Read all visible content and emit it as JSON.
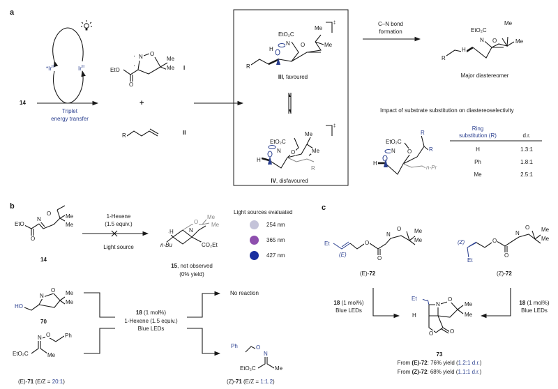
{
  "panels": {
    "a": "a",
    "b": "b",
    "c": "c"
  },
  "panel_a": {
    "start_compound": "14",
    "catalyst_cycle": {
      "excited": "*Ir",
      "excited_ox": "III",
      "ground": "Ir",
      "ground_ox": "III",
      "light_icon": "lightbulb-icon"
    },
    "step_label_line1": "Triplet",
    "step_label_line2": "energy transfer",
    "intermediate_I": {
      "id": "I",
      "eto": "EtO",
      "n": "N",
      "o": "O",
      "me1": "Me",
      "me2": "Me",
      "carbonyl_o": "O"
    },
    "plus": "+",
    "alkene_II": {
      "id": "II",
      "r": "R"
    },
    "ts_III": {
      "id": "III",
      "label": ", favoured",
      "ester": "EtO₂C",
      "n": "N",
      "o": "O",
      "me1": "Me",
      "me2": "Me",
      "h": "H",
      "r": "R",
      "charge": "‡"
    },
    "ts_IV": {
      "id": "IV",
      "label": ", disfavoured",
      "ester": "EtO₂C",
      "n": "N",
      "o": "O",
      "me1": "Me",
      "me2": "Me",
      "h": "H",
      "r": "R",
      "charge": "‡"
    },
    "cn_label_line1": "C–N bond",
    "cn_label_line2": "formation",
    "product": {
      "label": "Major diastereomer",
      "ester": "EtO₂C",
      "n": "N",
      "o": "O",
      "me1": "Me",
      "me2": "Me",
      "h": "H",
      "r": "R"
    },
    "impact_title": "Impact of substrate substitution on diastereoselectivity",
    "impact_ts": {
      "ester": "EtO₂C",
      "n": "N",
      "o": "O",
      "r1": "R",
      "r2": "R",
      "h": "H",
      "npr": "n-Pr"
    },
    "table": {
      "headers": [
        "Ring",
        "substitution (R)",
        "d.r."
      ],
      "rows": [
        {
          "substitution": "H",
          "dr": "1.3:1"
        },
        {
          "substitution": "Ph",
          "dr": "1.8:1"
        },
        {
          "substitution": "Me",
          "dr": "2.5:1"
        }
      ]
    }
  },
  "panel_b": {
    "compound_14": {
      "id": "14",
      "eto": "EtO",
      "n": "N",
      "o": "O",
      "me1": "Me",
      "me2": "Me",
      "co": "O"
    },
    "reagent_line1": "1-Hexene",
    "reagent_line2": "(1.5 equiv.)",
    "condition": "Light source",
    "product_15": {
      "id": "15",
      "note": ", not observed",
      "yield": "(0% yield)",
      "h": "H",
      "nbu": "n-Bu",
      "n": "N",
      "o": "O",
      "me1": "Me",
      "me2": "Me",
      "ester": "CO₂Et"
    },
    "light_sources_title": "Light sources evaluated",
    "light_sources": [
      {
        "label": "254 nm",
        "color": "#c4c3d9"
      },
      {
        "label": "365 nm",
        "color": "#8e4fae"
      },
      {
        "label": "427 nm",
        "color": "#1a2fa0"
      }
    ],
    "compound_70": {
      "id": "70",
      "ho": "HO",
      "n": "N",
      "o": "O",
      "me1": "Me",
      "me2": "Me"
    },
    "compound_E71": {
      "prefix": "(E)-",
      "id": "71",
      "ratio_label": " (E/Z = ",
      "ratio": "20:1",
      "close": ")",
      "n": "N",
      "o": "O",
      "ph": "Ph",
      "ester": "EtO₂C",
      "me": "Me"
    },
    "conditions": {
      "catalyst_id": "18",
      "catalyst": " (1 mol%)",
      "reagent": "1-Hexene (1.5 equiv.)",
      "light": "Blue LEDs"
    },
    "result_70": "No reaction",
    "compound_Z71": {
      "prefix": "(Z)-",
      "id": "71",
      "ratio_label": " (E/Z = ",
      "ratio": "1:1.2",
      "close": ")",
      "n": "N",
      "o": "O",
      "ph": "Ph",
      "ester": "EtO₂C",
      "me": "Me"
    }
  },
  "panel_c": {
    "E72": {
      "label_prefix": "(E)-",
      "id": "72",
      "et": "Et",
      "geom": "(E)",
      "n": "N",
      "o": "O",
      "me1": "Me",
      "me2": "Me",
      "o_ester": "O",
      "co": "O"
    },
    "Z72": {
      "label_prefix": "(Z)-",
      "id": "72",
      "et": "Et",
      "geom": "(Z)",
      "n": "N",
      "o": "O",
      "me1": "Me",
      "me2": "Me",
      "o_ester": "O",
      "co": "O"
    },
    "conditions_left": {
      "catalyst_id": "18",
      "catalyst": " (1 mol%)",
      "light": "Blue LEDs"
    },
    "conditions_right": {
      "catalyst_id": "18",
      "catalyst": " (1 mol%)",
      "light": "Blue LEDs"
    },
    "product_73": {
      "id": "73",
      "et": "Et",
      "n": "N",
      "o": "O",
      "me1": "Me",
      "me2": "Me",
      "h": "H",
      "o_ring": "O",
      "co": "O",
      "result_E": {
        "from": "From ",
        "src": "(E)-72",
        "yield": ": 76% yield (",
        "dr": "1.2:1 d.r.",
        "close": ")"
      },
      "result_Z": {
        "from": "From ",
        "src": "(Z)-72",
        "yield": ": 68% yield (",
        "dr": "1.1:1 d.r.",
        "close": ")"
      }
    }
  }
}
